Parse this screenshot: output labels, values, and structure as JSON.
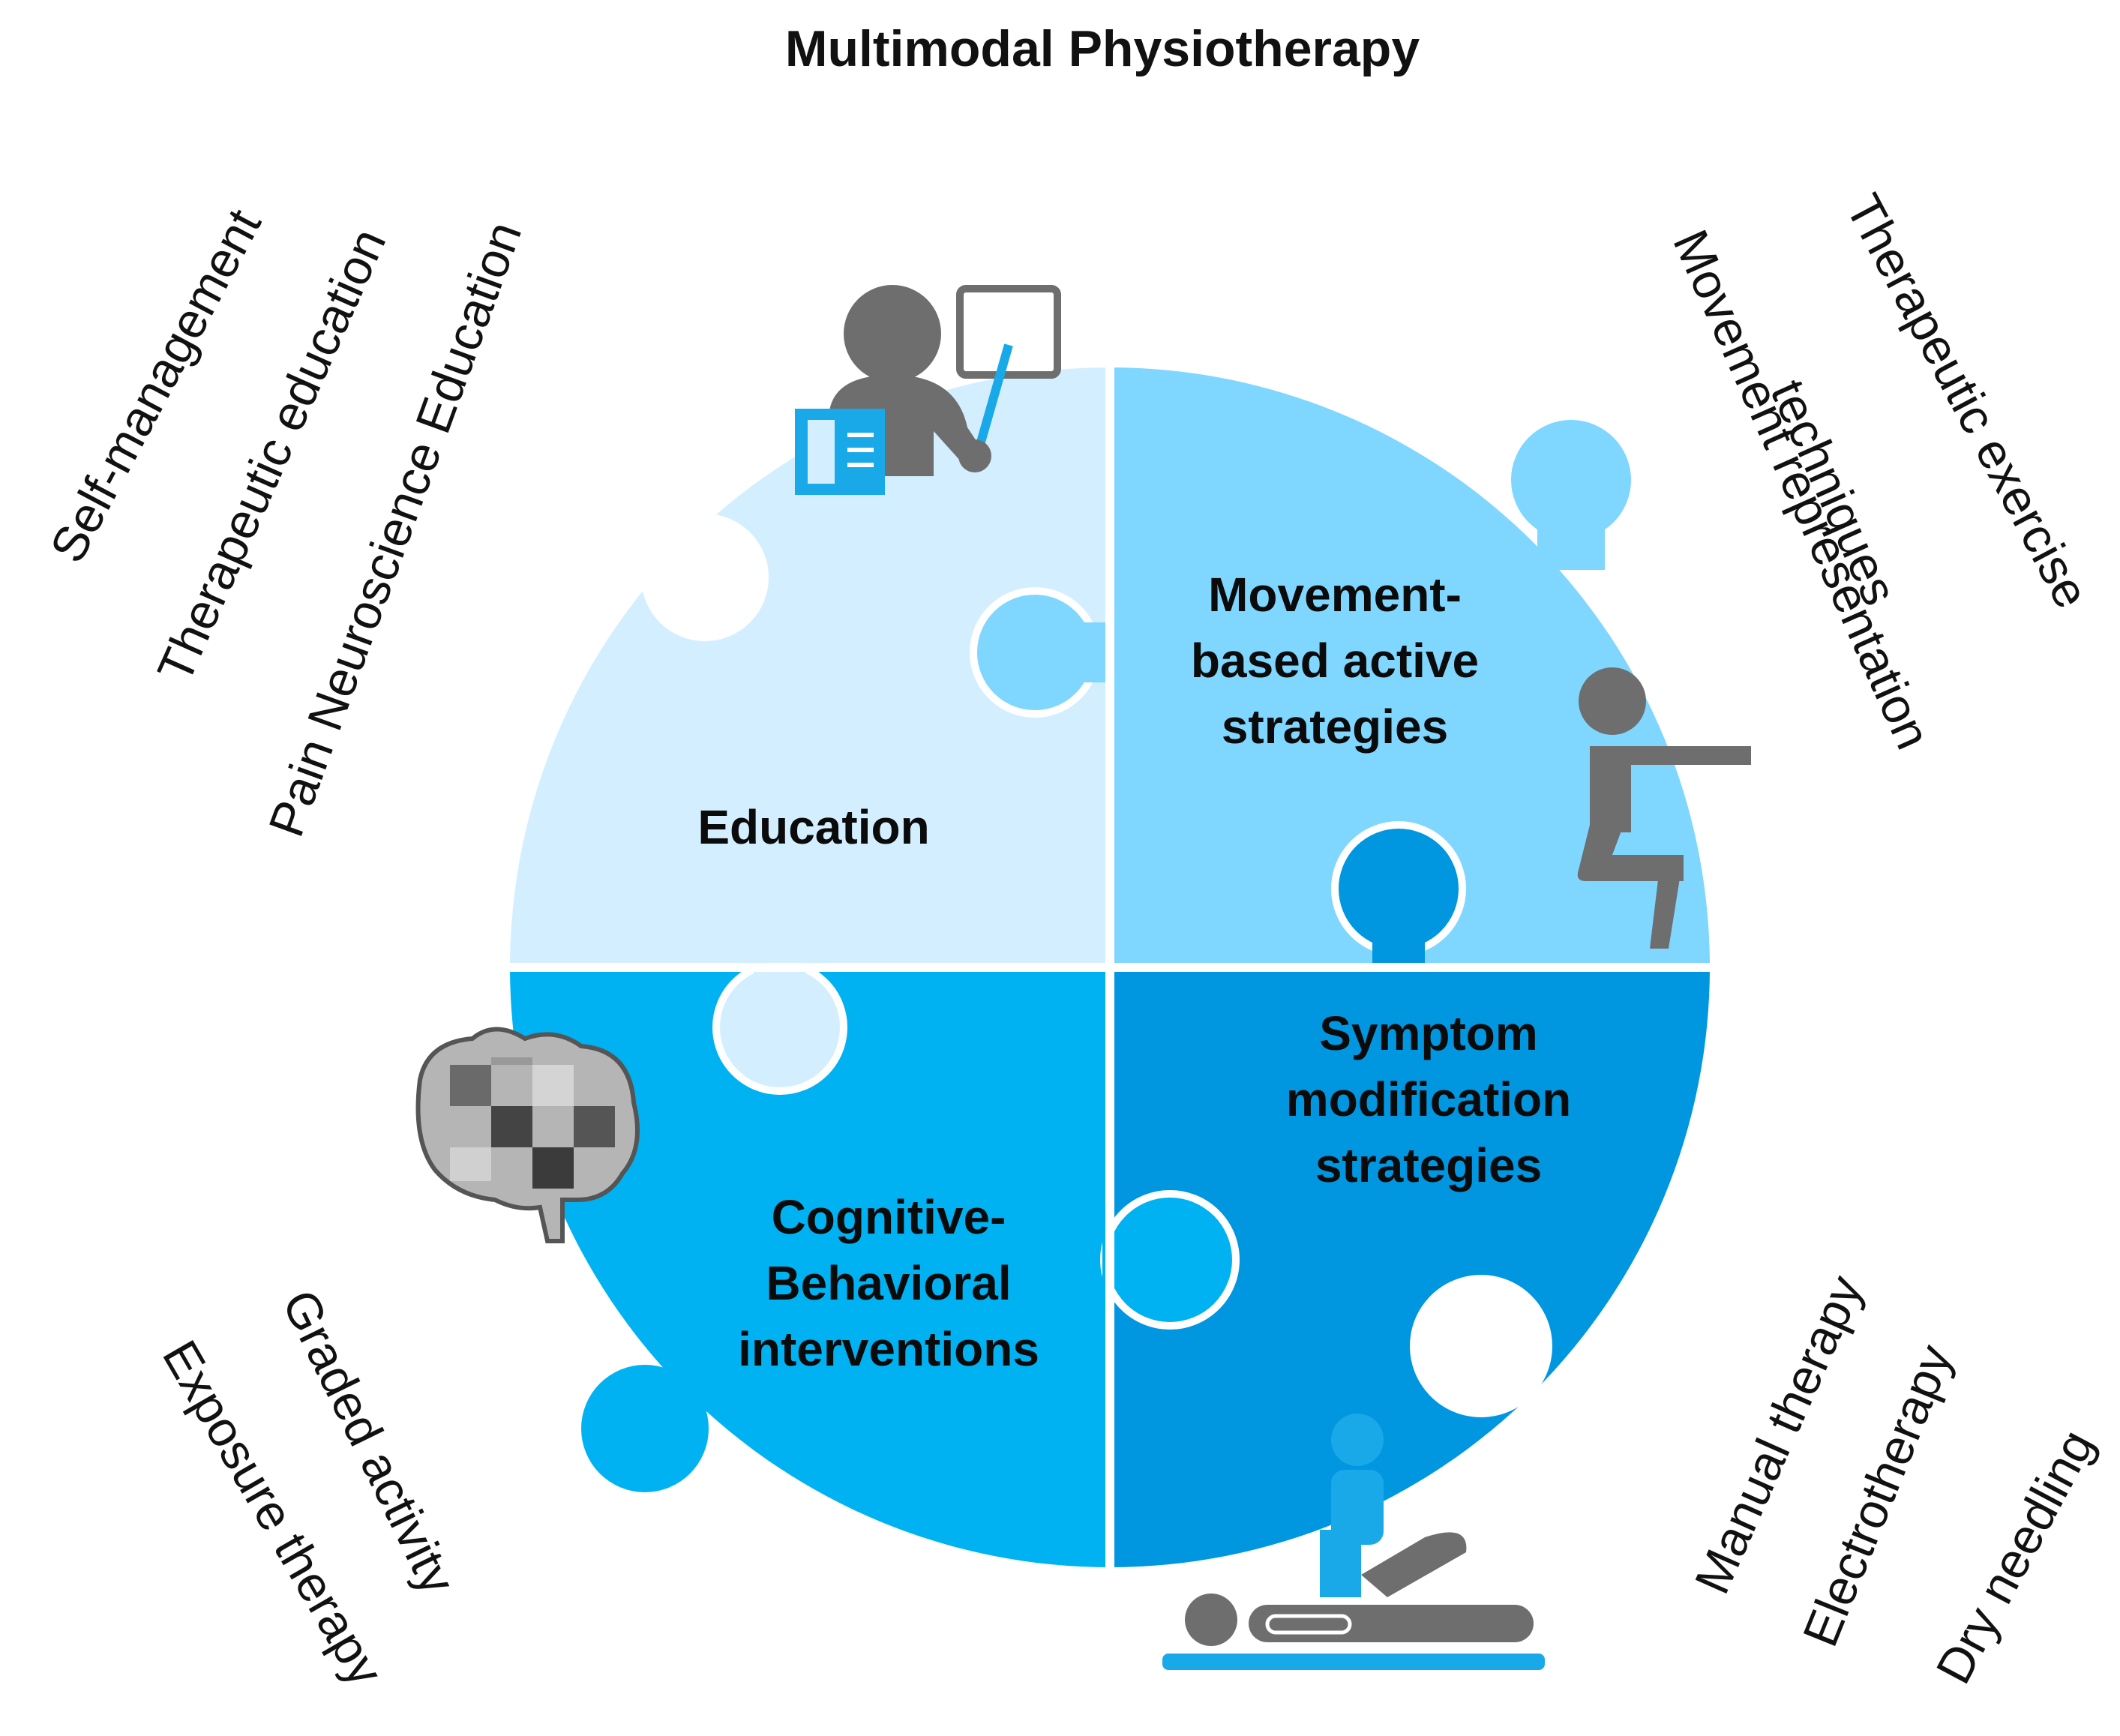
{
  "title": "Multimodal Physiotherapy",
  "quadrants": {
    "education": {
      "label": "Education",
      "color": "#d3efff"
    },
    "movement": {
      "line1": "Movement-",
      "line2": "based active",
      "line3": "strategies",
      "color": "#7fd6ff"
    },
    "cognitive": {
      "line1": "Cognitive-",
      "line2": "Behavioral",
      "line3": "interventions",
      "color": "#00b2f2"
    },
    "symptom": {
      "line1": "Symptom",
      "line2": "modification",
      "line3": "strategies",
      "color": "#0096e0"
    }
  },
  "left_top_labels": [
    "Self-management",
    "Therapeutic education",
    "Pain Neuroscience Education"
  ],
  "right_top_labels": [
    "Therapeutic exercise",
    "Movement representation",
    "techniques"
  ],
  "left_bottom_labels": [
    "Exposure therapy",
    "Graded activity"
  ],
  "right_bottom_labels": [
    "Manual therapy",
    "Electrotherapy",
    "Dry needling"
  ],
  "icons": [
    "teacher-icon",
    "squat-person-icon",
    "brain-puzzle-icon",
    "physiotherapy-patient-icon"
  ],
  "colors": {
    "icon_gray": "#6e6e6e",
    "icon_blue": "#1aa9e8"
  }
}
